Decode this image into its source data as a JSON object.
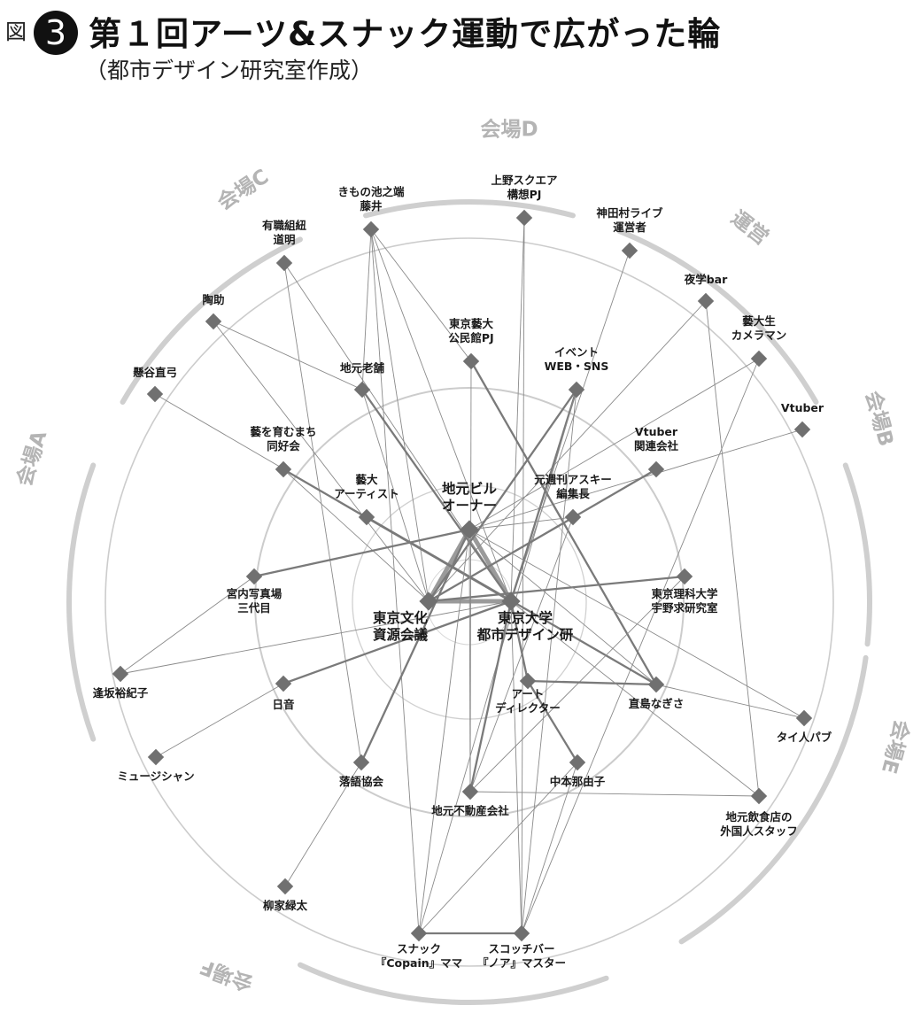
{
  "header": {
    "fig_prefix": "図",
    "fig_number": "3",
    "title": "第１回アーツ&スナック運動で広がった輪",
    "subtitle": "（都市デザイン研究室作成）"
  },
  "colors": {
    "arc": "#cfcfcf",
    "circle": "#cccccc",
    "node": "#707070",
    "line": "#888888",
    "venue_text": "#b4b4b4"
  },
  "venues": [
    {
      "id": "D",
      "label": "会場D"
    },
    {
      "id": "C",
      "label": "会場C"
    },
    {
      "id": "unei",
      "label": "運営"
    },
    {
      "id": "B",
      "label": "会場B"
    },
    {
      "id": "A",
      "label": "会場A"
    },
    {
      "id": "E",
      "label": "会場E"
    },
    {
      "id": "F",
      "label": "会場F"
    }
  ],
  "nodes": [
    {
      "id": "bunka",
      "lines": [
        "東京文化",
        "資源会議"
      ],
      "big": true
    },
    {
      "id": "todai",
      "lines": [
        "東京大学",
        "都市デザイン研"
      ],
      "big": true
    },
    {
      "id": "building",
      "lines": [
        "地元ビル",
        "オーナー"
      ],
      "big": true
    },
    {
      "id": "kimono",
      "lines": [
        "きもの池之端",
        "藤井"
      ]
    },
    {
      "id": "ueno",
      "lines": [
        "上野スクエア",
        "構想PJ"
      ]
    },
    {
      "id": "kanda",
      "lines": [
        "神田村ライブ",
        "運営者"
      ]
    },
    {
      "id": "yogaku",
      "lines": [
        "夜学bar"
      ]
    },
    {
      "id": "camera",
      "lines": [
        "藝大生",
        "カメラマン"
      ]
    },
    {
      "id": "vtuber",
      "lines": [
        "Vtuber"
      ]
    },
    {
      "id": "yusoku",
      "lines": [
        "有職組紐",
        "道明"
      ]
    },
    {
      "id": "tosuke",
      "lines": [
        "陶助"
      ]
    },
    {
      "id": "kodai",
      "lines": [
        "東京藝大",
        "公民館PJ"
      ]
    },
    {
      "id": "event",
      "lines": [
        "イベント",
        "WEB・SNS"
      ]
    },
    {
      "id": "shinise",
      "lines": [
        "地元老舗"
      ]
    },
    {
      "id": "kakeya",
      "lines": [
        "懸谷直弓"
      ]
    },
    {
      "id": "sodateru",
      "lines": [
        "藝を育むまち",
        "同好会"
      ]
    },
    {
      "id": "vtuber_kanren",
      "lines": [
        "Vtuber",
        "関連会社"
      ]
    },
    {
      "id": "artist",
      "lines": [
        "藝大",
        "アーティスト"
      ]
    },
    {
      "id": "ascii",
      "lines": [
        "元週刊アスキー",
        "編集長"
      ]
    },
    {
      "id": "kunaicho",
      "lines": [
        "宮内写真場",
        "三代目"
      ]
    },
    {
      "id": "rika",
      "lines": [
        "東京理科大学",
        "宇野求研究室"
      ]
    },
    {
      "id": "osaka",
      "lines": [
        "逢坂裕紀子"
      ]
    },
    {
      "id": "hion",
      "lines": [
        "日音"
      ]
    },
    {
      "id": "director",
      "lines": [
        "アート",
        "ディレクター"
      ]
    },
    {
      "id": "naoshima",
      "lines": [
        "直島なぎさ"
      ]
    },
    {
      "id": "thai",
      "lines": [
        "タイ人パブ"
      ]
    },
    {
      "id": "musician",
      "lines": [
        "ミュージシャン"
      ]
    },
    {
      "id": "rakugo",
      "lines": [
        "落語協会"
      ]
    },
    {
      "id": "nakamoto",
      "lines": [
        "中本那由子"
      ]
    },
    {
      "id": "fudosan",
      "lines": [
        "地元不動産会社"
      ]
    },
    {
      "id": "inshoku",
      "lines": [
        "地元飲食店の",
        "外国人スタッフ"
      ]
    },
    {
      "id": "yanagiya",
      "lines": [
        "柳家緑太"
      ]
    },
    {
      "id": "copain",
      "lines": [
        "スナック",
        "『Copain』ママ"
      ]
    },
    {
      "id": "noa",
      "lines": [
        "スコッチバー",
        "『ノア』マスター"
      ]
    }
  ],
  "edges": [
    [
      "bunka",
      "todai",
      3
    ],
    [
      "bunka",
      "building",
      4
    ],
    [
      "todai",
      "building",
      4
    ],
    [
      "kimono",
      "bunka",
      1
    ],
    [
      "kimono",
      "todai",
      1
    ],
    [
      "kimono",
      "kodai",
      1
    ],
    [
      "kimono",
      "shinise",
      1
    ],
    [
      "kimono",
      "copain",
      1
    ],
    [
      "ueno",
      "noa",
      1
    ],
    [
      "ueno",
      "todai",
      1
    ],
    [
      "kanda",
      "todai",
      1
    ],
    [
      "yogaku",
      "bunka",
      1
    ],
    [
      "yogaku",
      "inshoku",
      1
    ],
    [
      "camera",
      "building",
      1
    ],
    [
      "camera",
      "noa",
      1
    ],
    [
      "vtuber",
      "building",
      1
    ],
    [
      "yusoku",
      "todai",
      1
    ],
    [
      "yusoku",
      "rakugo",
      1
    ],
    [
      "tosuke",
      "shinise",
      1
    ],
    [
      "tosuke",
      "bunka",
      1
    ],
    [
      "kodai",
      "naoshima",
      2
    ],
    [
      "kodai",
      "fudosan",
      1
    ],
    [
      "event",
      "bunka",
      2
    ],
    [
      "event",
      "todai",
      2
    ],
    [
      "event",
      "copain",
      1
    ],
    [
      "event",
      "noa",
      1
    ],
    [
      "shinise",
      "todai",
      2
    ],
    [
      "shinise",
      "bunka",
      1
    ],
    [
      "kakeya",
      "todai",
      1
    ],
    [
      "sodateru",
      "todai",
      2
    ],
    [
      "sodateru",
      "bunka",
      1
    ],
    [
      "vtuber_kanren",
      "bunka",
      2
    ],
    [
      "artist",
      "todai",
      2
    ],
    [
      "artist",
      "naoshima",
      2
    ],
    [
      "ascii",
      "building",
      1
    ],
    [
      "ascii",
      "fudosan",
      1
    ],
    [
      "kunaicho",
      "building",
      2
    ],
    [
      "kunaicho",
      "osaka",
      1
    ],
    [
      "rika",
      "bunka",
      2
    ],
    [
      "rika",
      "fudosan",
      1
    ],
    [
      "osaka",
      "todai",
      1
    ],
    [
      "hion",
      "todai",
      2
    ],
    [
      "hion",
      "musician",
      1
    ],
    [
      "director",
      "todai",
      2
    ],
    [
      "director",
      "naoshima",
      2
    ],
    [
      "director",
      "nakamoto",
      2
    ],
    [
      "naoshima",
      "building",
      1
    ],
    [
      "naoshima",
      "thai",
      1
    ],
    [
      "thai",
      "building",
      1
    ],
    [
      "rakugo",
      "building",
      2
    ],
    [
      "rakugo",
      "yanagiya",
      1
    ],
    [
      "nakamoto",
      "copain",
      1
    ],
    [
      "nakamoto",
      "noa",
      1
    ],
    [
      "fudosan",
      "building",
      1
    ],
    [
      "fudosan",
      "todai",
      2
    ],
    [
      "fudosan",
      "inshoku",
      1
    ],
    [
      "inshoku",
      "todai",
      1
    ],
    [
      "copain",
      "building",
      1
    ],
    [
      "copain",
      "noa",
      2
    ],
    [
      "noa",
      "todai",
      1
    ]
  ]
}
